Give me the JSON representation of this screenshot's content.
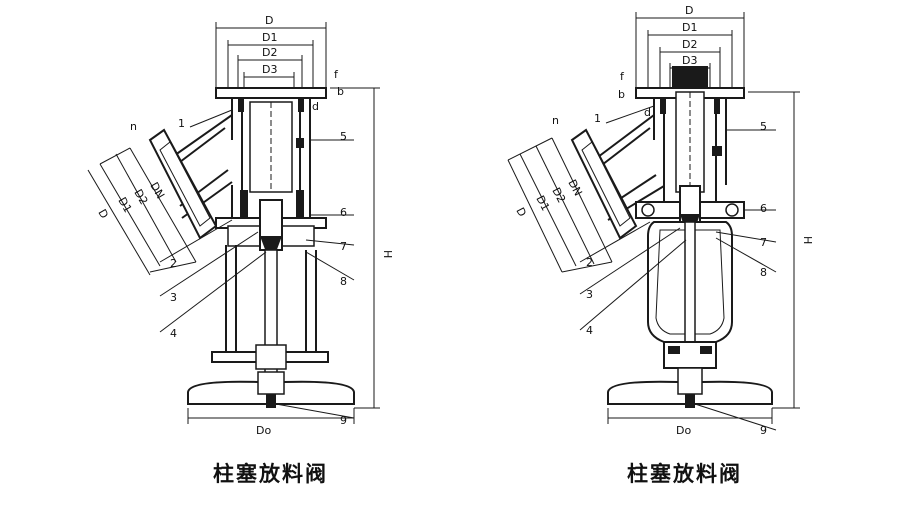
{
  "drawings": [
    {
      "caption": "柱塞放料阀",
      "dims": {
        "D": "D",
        "D1": "D1",
        "D2": "D2",
        "D3": "D3",
        "f": "f",
        "b": "b",
        "d": "d",
        "H": "H",
        "Do": "Do",
        "DN": "DN",
        "n": "n"
      },
      "callouts": [
        "1",
        "2",
        "3",
        "4",
        "5",
        "6",
        "7",
        "8",
        "9"
      ]
    },
    {
      "caption": "柱塞放料阀",
      "dims": {
        "D": "D",
        "D1": "D1",
        "D2": "D2",
        "D3": "D3",
        "f": "f",
        "b": "b",
        "d": "d",
        "H": "H",
        "Do": "Do",
        "DN": "DN",
        "n": "n"
      },
      "callouts": [
        "1",
        "2",
        "3",
        "4",
        "5",
        "6",
        "7",
        "8",
        "9"
      ]
    }
  ]
}
